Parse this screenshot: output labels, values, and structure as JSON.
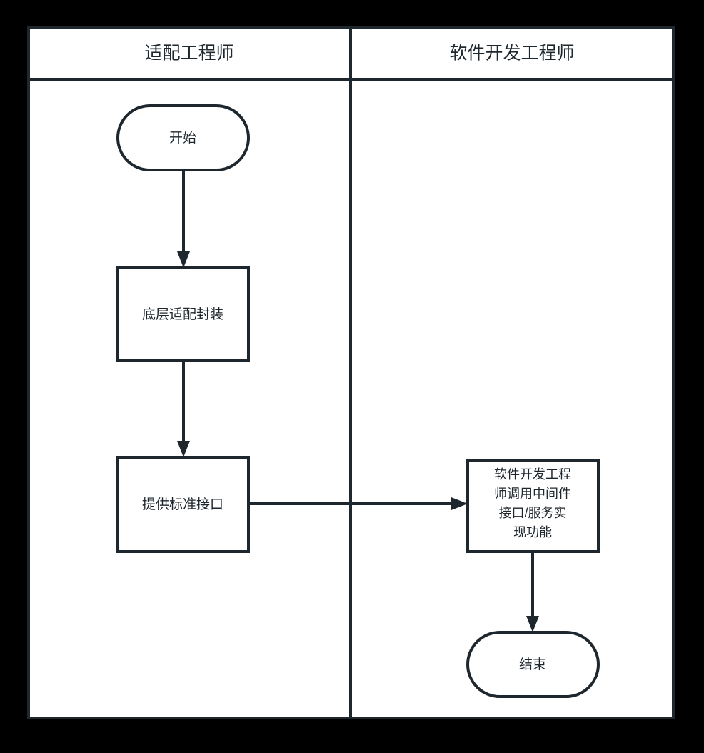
{
  "diagram": {
    "type": "swimlane-flowchart",
    "background_color": "#000000",
    "surface_color": "#ffffff",
    "stroke_color": "#1f272e",
    "lanes": [
      {
        "id": "lane-adaptation-engineer",
        "title": "适配工程师"
      },
      {
        "id": "lane-software-dev-engineer",
        "title": "软件开发工程师"
      }
    ],
    "nodes": [
      {
        "id": "node-start",
        "shape": "stadium",
        "lane": "lane-adaptation-engineer",
        "label": "开始",
        "lines": [
          "开始"
        ]
      },
      {
        "id": "node-bottom-adaptation-encapsulation",
        "shape": "rectangle",
        "lane": "lane-adaptation-engineer",
        "label": "底层适配封装",
        "lines": [
          "底层适配封装"
        ]
      },
      {
        "id": "node-provide-standard-interface",
        "shape": "rectangle",
        "lane": "lane-adaptation-engineer",
        "label": "提供标准接口",
        "lines": [
          "提供标准接口"
        ]
      },
      {
        "id": "node-invoke-middleware",
        "shape": "rectangle",
        "lane": "lane-software-dev-engineer",
        "label": "软件开发工程师调用中间件接口/服务实现功能",
        "lines": [
          "软件开发工程",
          "师调用中间件",
          "接口/服务实",
          "现功能"
        ]
      },
      {
        "id": "node-end",
        "shape": "stadium",
        "lane": "lane-software-dev-engineer",
        "label": "结束",
        "lines": [
          "结束"
        ]
      }
    ],
    "edges": [
      {
        "id": "edge-start-to-encapsulation",
        "from": "node-start",
        "to": "node-bottom-adaptation-encapsulation",
        "direction": "down",
        "label": ""
      },
      {
        "id": "edge-encapsulation-to-interface",
        "from": "node-bottom-adaptation-encapsulation",
        "to": "node-provide-standard-interface",
        "direction": "down",
        "label": ""
      },
      {
        "id": "edge-interface-to-middleware",
        "from": "node-provide-standard-interface",
        "to": "node-invoke-middleware",
        "direction": "right",
        "label": ""
      },
      {
        "id": "edge-middleware-to-end",
        "from": "node-invoke-middleware",
        "to": "node-end",
        "direction": "down",
        "label": ""
      }
    ]
  }
}
